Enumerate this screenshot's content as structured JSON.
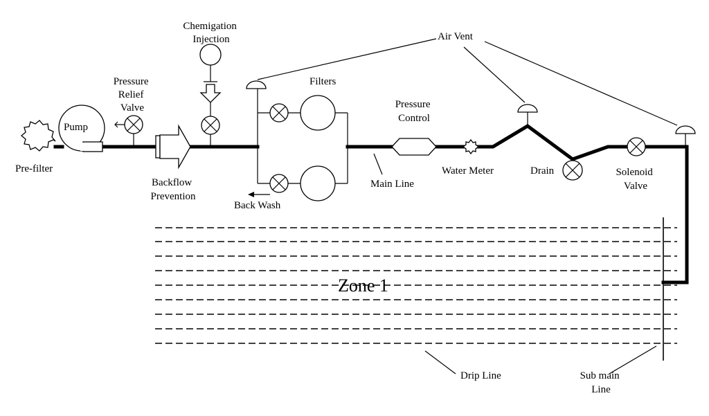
{
  "labels": {
    "pre_filter": "Pre-filter",
    "pump": "Pump",
    "pressure_relief_valve": [
      "Pressure",
      "Relief",
      "Valve"
    ],
    "chemigation_injection": [
      "Chemigation",
      "Injection"
    ],
    "backflow_prevention": [
      "Backflow",
      "Prevention"
    ],
    "filters": "Filters",
    "back_wash": "Back Wash",
    "air_vent": "Air Vent",
    "pressure_control": [
      "Pressure",
      "Control"
    ],
    "main_line": "Main Line",
    "water_meter": "Water Meter",
    "drain": "Drain",
    "solenoid_valve": [
      "Solenoid",
      "Valve"
    ],
    "zone": "Zone 1",
    "drip_line": "Drip Line",
    "sub_main_line": [
      "Sub main",
      "Line"
    ]
  }
}
